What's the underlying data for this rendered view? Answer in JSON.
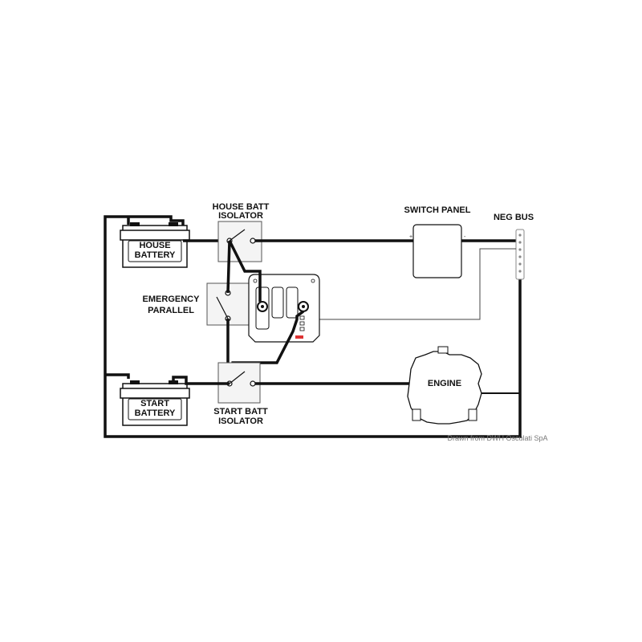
{
  "diagram": {
    "house_battery": {
      "line1": "HOUSE",
      "line2": "BATTERY"
    },
    "start_battery": {
      "line1": "START",
      "line2": "BATTERY"
    },
    "house_isolator": {
      "line1": "HOUSE BATT",
      "line2": "ISOLATOR"
    },
    "start_isolator": {
      "line1": "START BATT",
      "line2": "ISOLATOR"
    },
    "emergency_parallel": {
      "line1": "EMERGENCY",
      "line2": "PARALLEL"
    },
    "switch_panel": {
      "label": "SWITCH PANEL",
      "plus": "+",
      "minus": "-"
    },
    "neg_bus": {
      "label": "NEG BUS"
    },
    "engine": {
      "label": "ENGINE"
    },
    "credit": "Drawn from DWH Osculati SpA"
  }
}
